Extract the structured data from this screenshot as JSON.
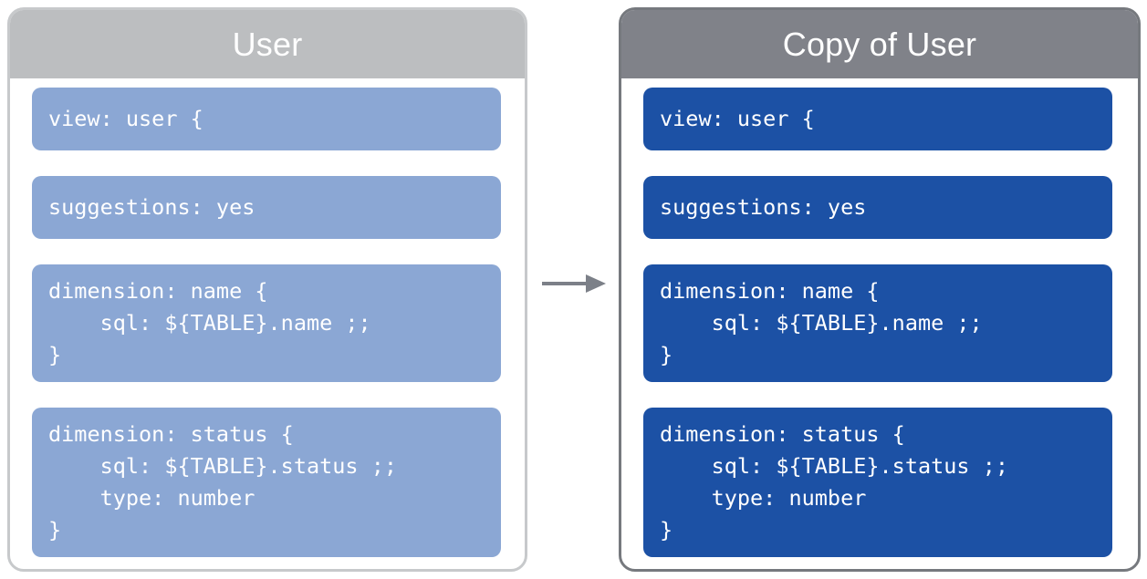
{
  "diagram": {
    "type": "copy-transformation",
    "arrow": {
      "icon": "arrow-right-icon",
      "color": "#7c8088",
      "direction": "left-to-right"
    },
    "panels": [
      {
        "id": "source",
        "title": "User",
        "header_color": "#bcbec0",
        "border_color": "#c7c9cb",
        "block_color": "#8ba7d4",
        "blocks": [
          {
            "id": "view",
            "code": "view: user {"
          },
          {
            "id": "suggestions",
            "code": "suggestions: yes"
          },
          {
            "id": "dimension-name",
            "code": "dimension: name {\n    sql: ${TABLE}.name ;;\n}"
          },
          {
            "id": "dimension-status",
            "code": "dimension: status {\n    sql: ${TABLE}.status ;;\n    type: number\n}"
          }
        ]
      },
      {
        "id": "copy",
        "title": "Copy of User",
        "header_color": "#808289",
        "border_color": "#76797e",
        "block_color": "#1c51a5",
        "blocks": [
          {
            "id": "view",
            "code": "view: user {"
          },
          {
            "id": "suggestions",
            "code": "suggestions: yes"
          },
          {
            "id": "dimension-name",
            "code": "dimension: name {\n    sql: ${TABLE}.name ;;\n}"
          },
          {
            "id": "dimension-status",
            "code": "dimension: status {\n    sql: ${TABLE}.status ;;\n    type: number\n}"
          }
        ]
      }
    ]
  }
}
